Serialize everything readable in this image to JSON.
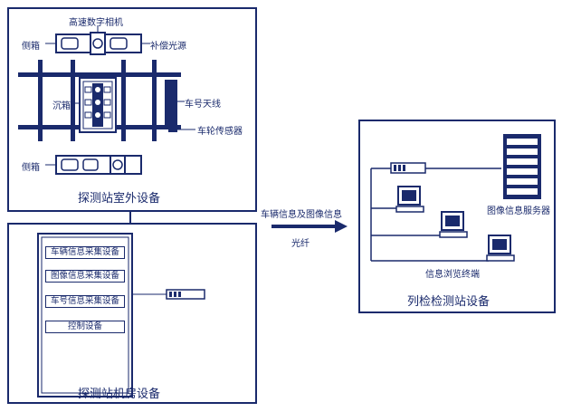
{
  "outdoor": {
    "title": "探测站室外设备",
    "camera_label": "高速数字相机",
    "side_box_top_label": "侧箱",
    "side_box_bottom_label": "侧箱",
    "light_label": "补偿光源",
    "sink_label": "沉箱",
    "antenna_label": "车号天线",
    "wheel_sensor_label": "车轮传感器"
  },
  "machine_room": {
    "title": "探测站机房设备",
    "items": [
      "车辆信息采集设备",
      "图像信息采集设备",
      "车号信息采集设备",
      "控制设备"
    ]
  },
  "link": {
    "label_top": "车辆信息及图像信息",
    "label_bottom": "光纤"
  },
  "inspection": {
    "title": "列检检测站设备",
    "server_label": "图像信息服务器",
    "terminal_label": "信息浏览终端"
  }
}
